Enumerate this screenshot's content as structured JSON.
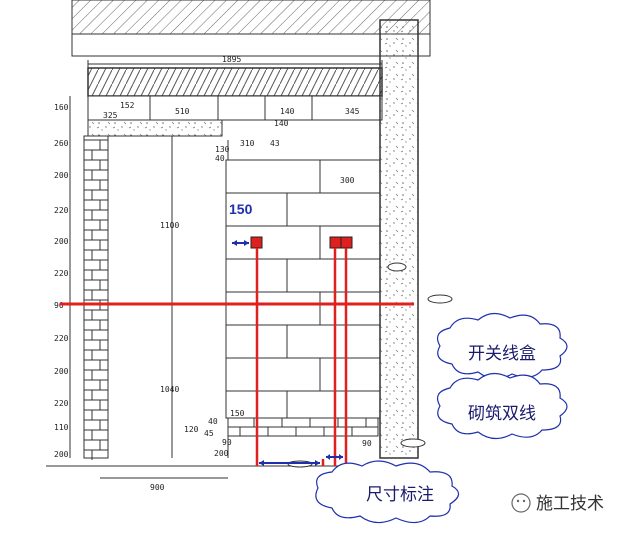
{
  "dimensions": {
    "top_overall": "1895",
    "top_row": [
      "152",
      "325",
      "510",
      "140",
      "345"
    ],
    "small_right": [
      "140",
      "310",
      "43"
    ],
    "left_side": [
      "160",
      "260",
      "200",
      "220",
      "200",
      "220",
      "90",
      "220",
      "200",
      "220",
      "110",
      "200"
    ],
    "vertical_labels": [
      "1100",
      "1040"
    ],
    "upper_left_small": [
      "130",
      "40"
    ],
    "lower_cluster": [
      "150",
      "40",
      "120",
      "45",
      "90",
      "200"
    ],
    "bottom_width": "900",
    "brick_text": "300",
    "right_bottom": "90"
  },
  "marker_label": "150",
  "callouts": [
    {
      "text": "开关线盒"
    },
    {
      "text": "砌筑双线"
    },
    {
      "text": "尺寸标注"
    }
  ],
  "watermark": {
    "text": "施工技术"
  },
  "colors": {
    "red": "#e0201e",
    "blue": "#1f2fae",
    "wall_hatch": "#555555"
  }
}
